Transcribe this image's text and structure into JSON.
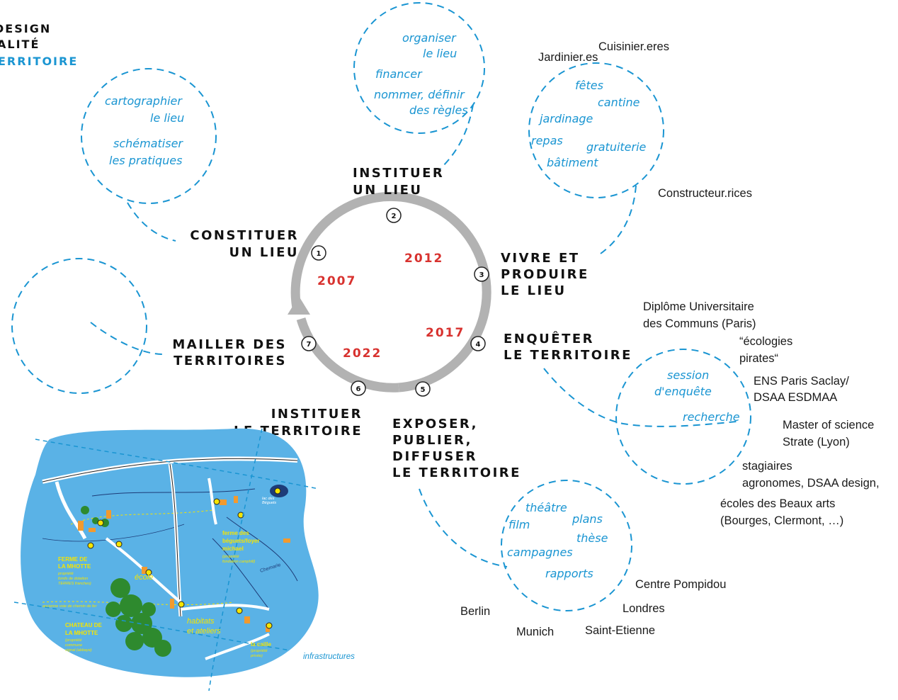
{
  "colors": {
    "accent_blue": "#1a95d2",
    "year_red": "#d8322f",
    "cycle_gray": "#b2b2b2",
    "map_blue": "#5ab2e6",
    "map_yellow": "#f6e500",
    "map_green": "#2e8a2e",
    "map_orange": "#f29a2e"
  },
  "header": {
    "line1": "DESIGN",
    "line2": "ALITÉ",
    "line3": "ERRITOIRE"
  },
  "steps": [
    {
      "num": "1",
      "line1": "CONSTITUER",
      "line2": "UN LIEU"
    },
    {
      "num": "2",
      "line1": "INSTITUER",
      "line2": "UN LIEU"
    },
    {
      "num": "3",
      "line1": "VIVRE ET",
      "line2": "PRODUIRE",
      "line3": "LE LIEU"
    },
    {
      "num": "4",
      "line1": "ENQUÊTER",
      "line2": "LE TERRITOIRE"
    },
    {
      "num": "5",
      "line1": "EXPOSER,",
      "line2": "PUBLIER,",
      "line3": "DIFFUSER",
      "line4": "LE TERRITOIRE"
    },
    {
      "num": "6",
      "line1": "INSTITUER",
      "line2": "LE TERRITOIRE"
    },
    {
      "num": "7",
      "line1": "MAILLER DES",
      "line2": "TERRITOIRES"
    }
  ],
  "years": [
    "2007",
    "2012",
    "2017",
    "2022"
  ],
  "activities": {
    "constituer": [
      "cartographier",
      "le lieu",
      "schématiser",
      "les pratiques"
    ],
    "instituer": [
      "organiser",
      "le lieu",
      "financer",
      "nommer, définir",
      "des règles"
    ],
    "vivre": [
      "fêtes",
      "cantine",
      "jardinage",
      "repas",
      "gratuiterie",
      "bâtiment"
    ],
    "enqueter": [
      "session",
      "d'enquête",
      "recherche"
    ],
    "exposer": [
      "théâtre",
      "plans",
      "film",
      "thèse",
      "campagnes",
      "rapports"
    ]
  },
  "actors": {
    "vivre": [
      "Cuisinier.eres",
      "Jardinier.es",
      "Constructeur.rices"
    ],
    "enqueter": [
      "Diplôme Universitaire",
      "des Communs (Paris)",
      "“écologies",
      "pirates“",
      "ENS Paris Saclay/",
      "DSAA  ESDMAA",
      "Master of science",
      "Strate (Lyon)",
      "stagiaires",
      "agronomes, DSAA design,",
      "écoles des Beaux arts",
      "(Bourges, Clermont, …)"
    ],
    "exposer": [
      "Centre Pompidou",
      "Londres",
      "Saint-Etienne",
      "Munich",
      "Berlin"
    ]
  },
  "map": {
    "ferme_mhotte": [
      "FERME DE",
      "LA MHOTTE"
    ],
    "ferme_mhotte_sub": [
      "propriété",
      "fonds de dotation",
      "TERRES franches)"
    ],
    "ferme_beguets": [
      "ferme des",
      "béguets/foyer",
      "michael"
    ],
    "ferme_beguets_sub": [
      "(propriété",
      "fondation camphill)"
    ],
    "lac": [
      "lac des",
      "Béguets"
    ],
    "chateau": [
      "CHATEAU DE",
      "LA MHOTTE"
    ],
    "chateau_sub": [
      "(propriété",
      "commune",
      "signal (abbaye)"
    ],
    "ecole": "école",
    "habitats": [
      "habitats",
      "et ateliers"
    ],
    "la_caille": "la caille",
    "la_caille_sub": [
      "(propriété",
      "privée)"
    ],
    "chemarie": "Chemarie",
    "infrastructures": "infrastructures",
    "route_label": "ancienne voie de chemin de fer"
  }
}
